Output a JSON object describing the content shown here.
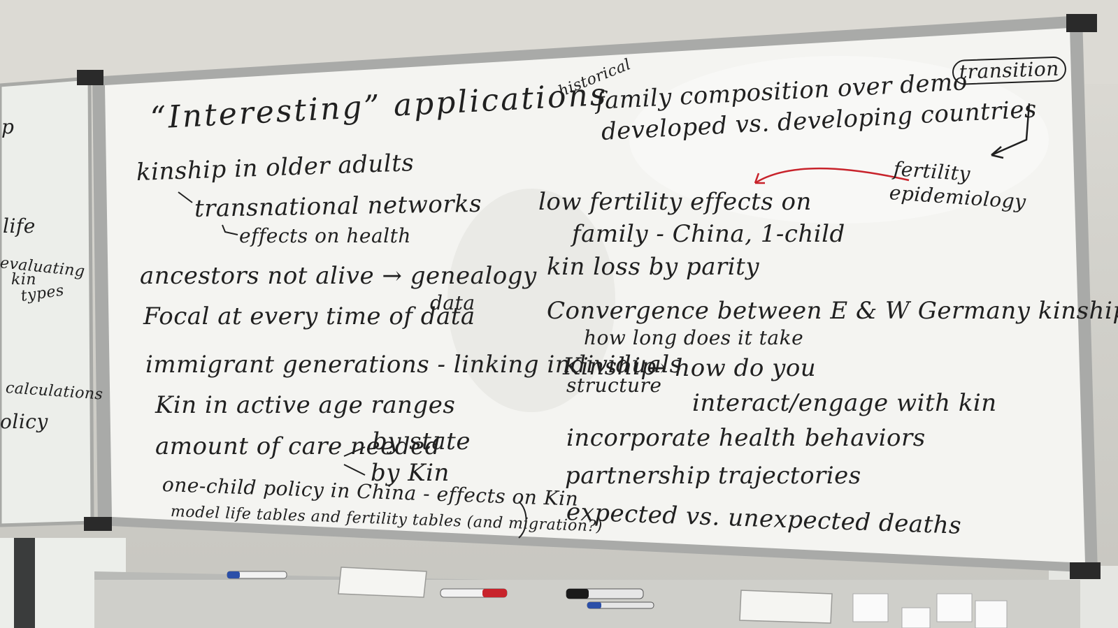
{
  "board": {
    "title": "“Interesting” applications",
    "left_column": [
      "kinship in older adults",
      "transnational networks",
      "effects on health",
      "ancestors not alive → genealogy",
      "data",
      "Focal at every time of data",
      "immigrant generations - linking individuals",
      "Kin in active age ranges",
      "amount of care needed",
      "by state",
      "by Kin",
      "one-child policy in China - effects on Kin",
      "model life tables and fertility tables (and migration?)"
    ],
    "right_column": [
      "historical",
      "family composition over demo",
      "transition",
      "developed vs. developing countries",
      "fertility",
      "epidemiology",
      "low fertility effects on",
      "family - China, 1-child",
      "kin loss by parity",
      "Convergence between E & W Germany kinship",
      "how long does it take",
      "Kinship",
      "structure",
      "→ how do you",
      "interact/engage with kin",
      "incorporate health behaviors",
      "partnership trajectories",
      "expected vs. unexpected deaths"
    ],
    "side_board": [
      "p",
      "life",
      "evaluating",
      "kin",
      "types",
      "calculations",
      "olicy"
    ]
  },
  "colors": {
    "ink": "#202020",
    "red_ink": "#c8232b",
    "board": "#f4f4f1",
    "frame": "#a9aaa8",
    "wall": "#d8d7d1"
  }
}
